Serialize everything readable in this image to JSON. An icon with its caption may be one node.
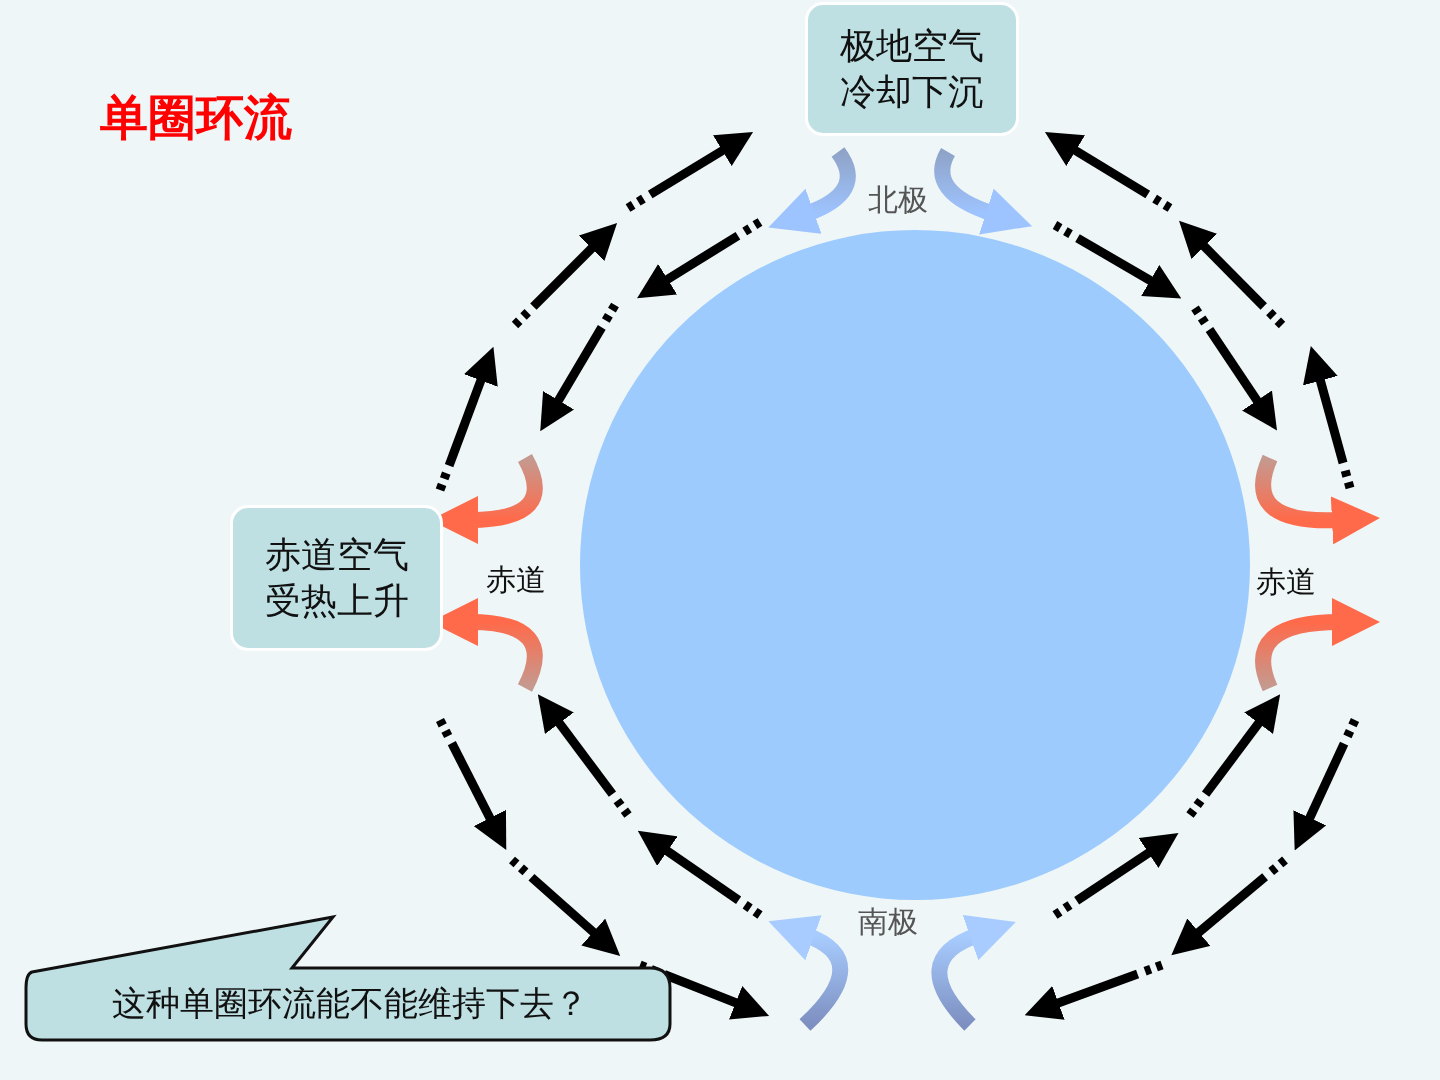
{
  "diagram": {
    "title": "单圈环流",
    "nodes": [
      {
        "text": [
          "极地空气冷却下沉"
        ]
      },
      {
        "text": [
          "赤道空气受热上升"
        ]
      },
      {
        "text": [],
        "shape": "circle"
      },
      {
        "text": [
          "这种单圈环流能不能维持下去？"
        ]
      }
    ],
    "labels": [
      "北极",
      "赤道",
      "赤道",
      "南极"
    ]
  }
}
